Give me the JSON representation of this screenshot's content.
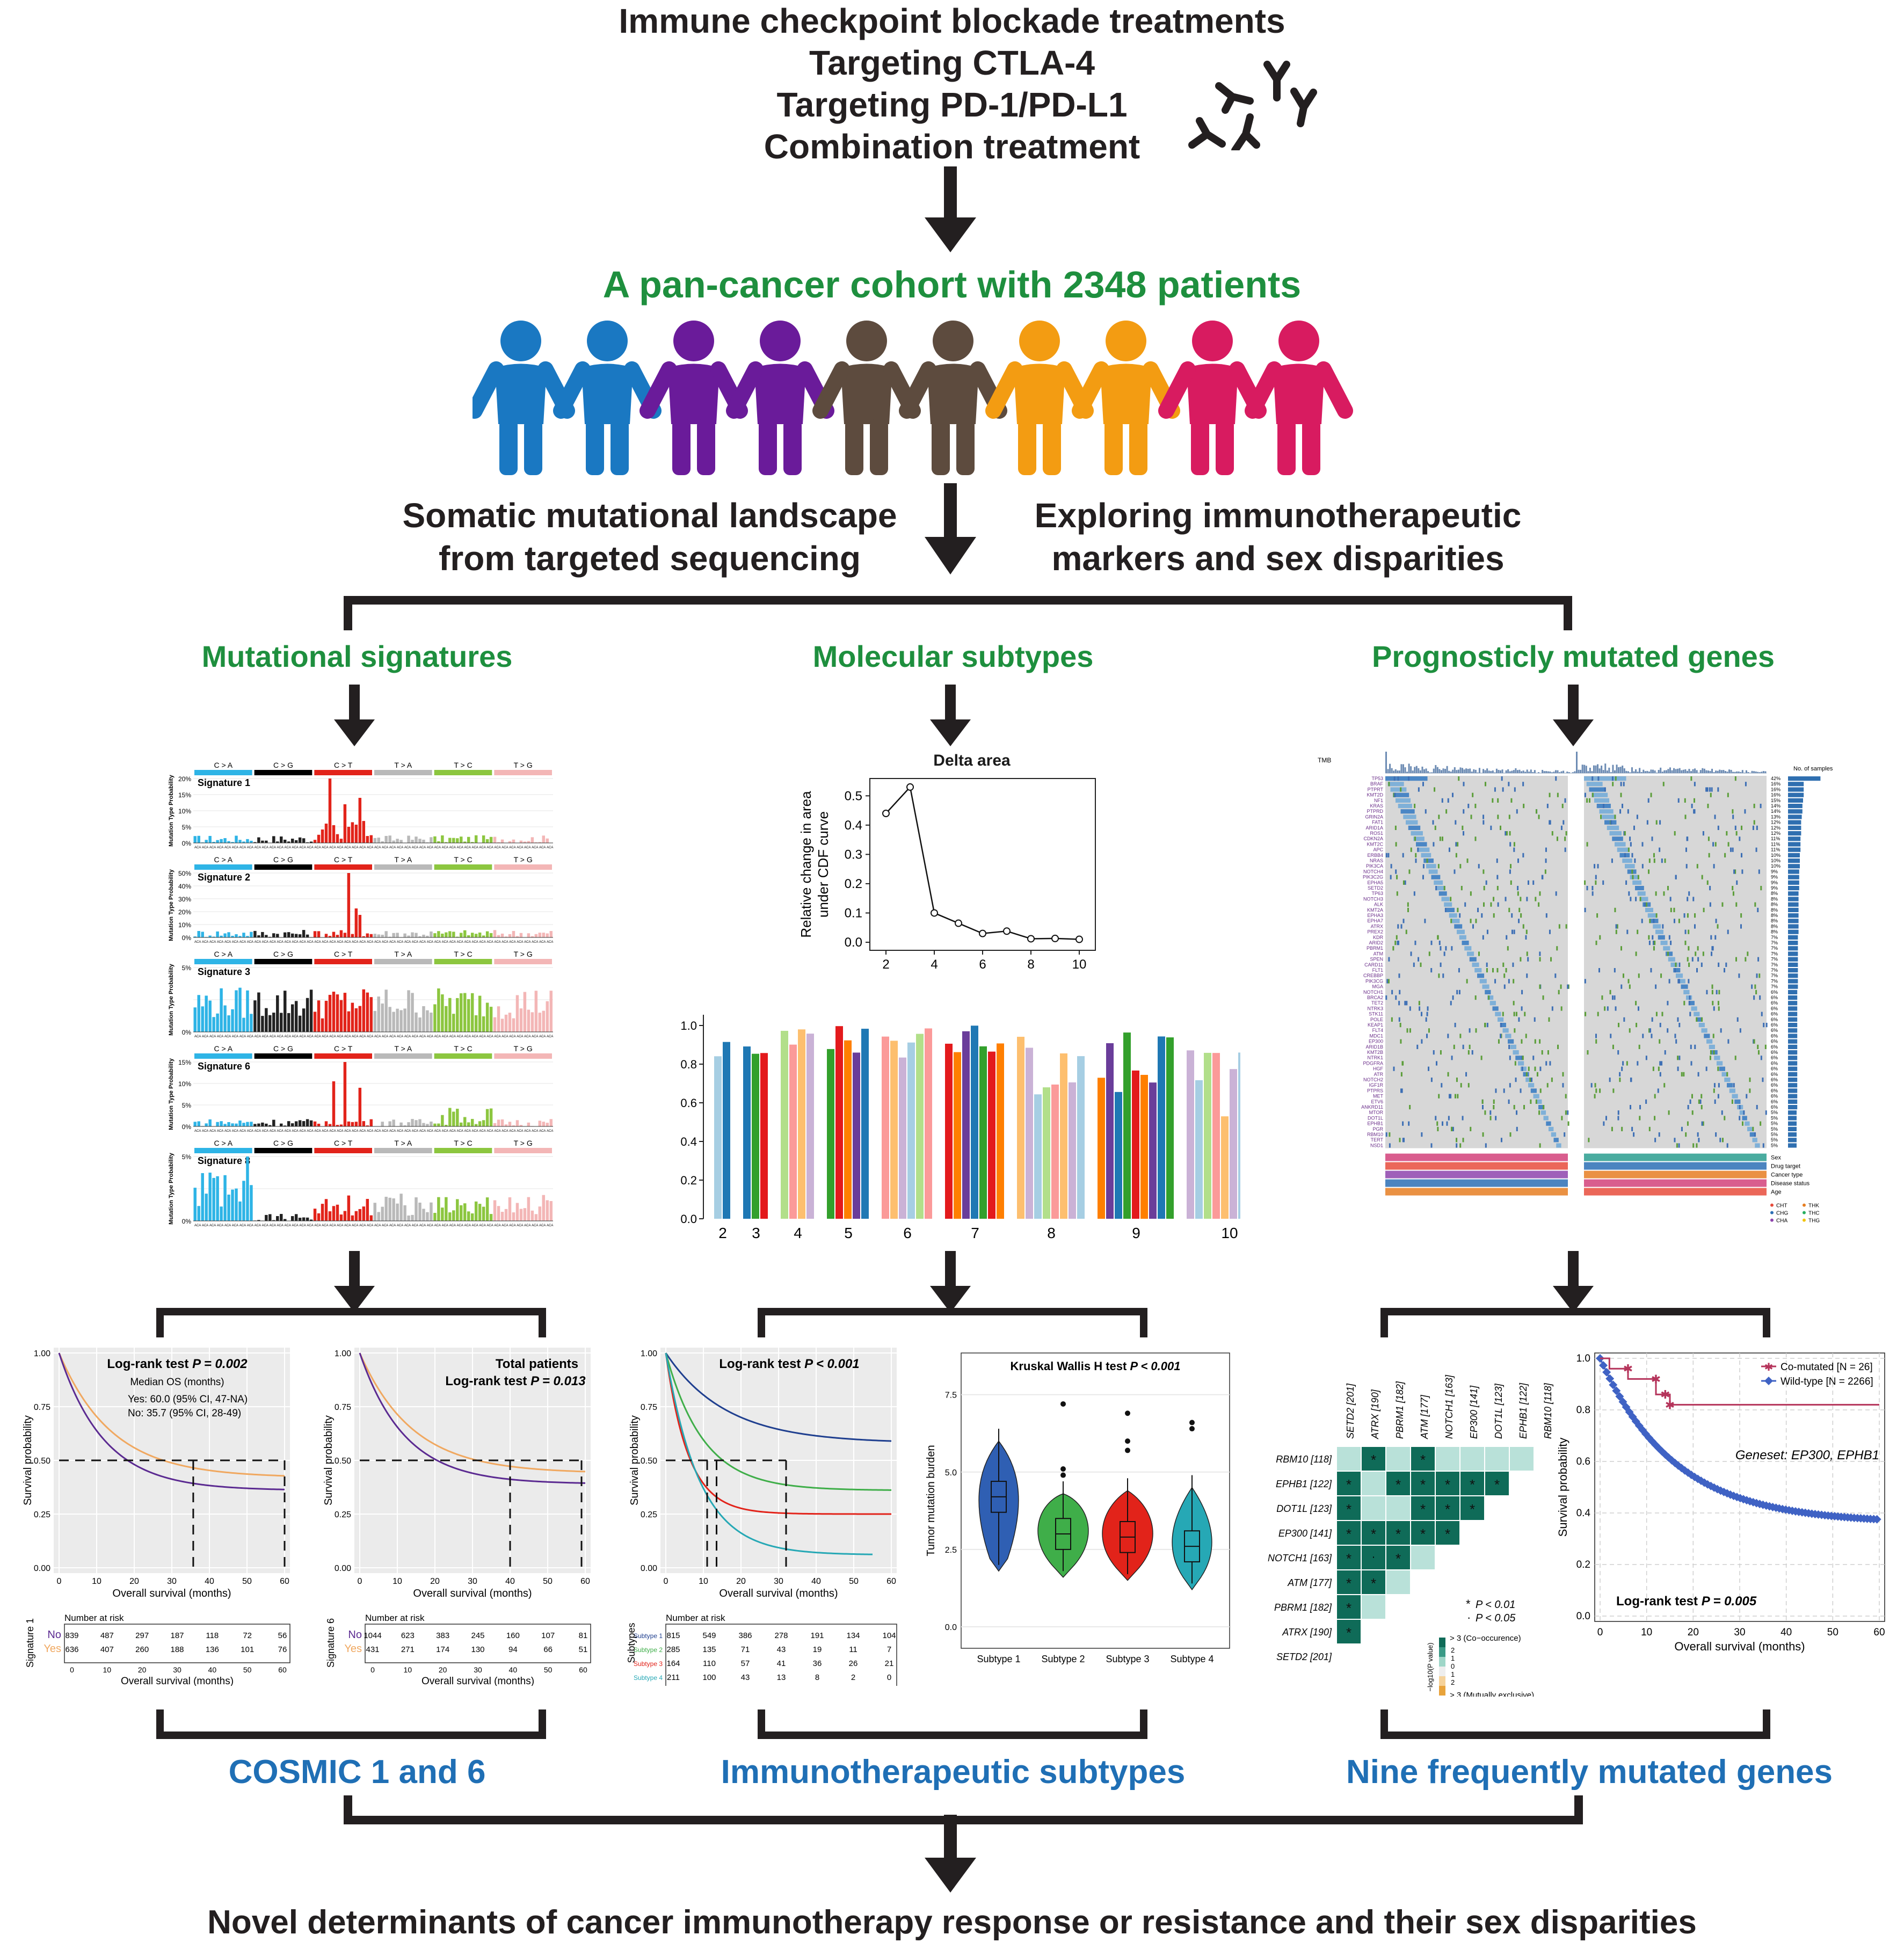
{
  "header": {
    "lines": [
      "Immune checkpoint blockade treatments",
      "Targeting CTLA-4",
      "Targeting PD-1/PD-L1",
      "Combination treatment"
    ]
  },
  "cohort": {
    "title": "A pan-cancer cohort with 2348 patients",
    "person_colors": [
      "#1a78c2",
      "#1a78c2",
      "#6a1b9a",
      "#6a1b9a",
      "#5d4b3e",
      "#5d4b3e",
      "#f39c12",
      "#f39c12",
      "#d81b60",
      "#d81b60"
    ]
  },
  "analysis": {
    "left": [
      "Somatic mutational landscape",
      "from targeted sequencing"
    ],
    "right": [
      "Exploring immunotherapeutic",
      "markers and sex disparities"
    ]
  },
  "columns": {
    "signatures": "Mutational signatures",
    "subtypes": "Molecular subtypes",
    "genes": "Prognosticly mutated genes"
  },
  "signature_panels": {
    "categories": [
      "C > A",
      "C > G",
      "C > T",
      "T > A",
      "T > C",
      "T > G"
    ],
    "category_colors": [
      "#2eb4e6",
      "#000000",
      "#e2231a",
      "#b9b9b9",
      "#8cc63f",
      "#f3b6b6"
    ],
    "ylabel": "Mutation Type Probability",
    "panels": [
      {
        "name": "Signature 1",
        "ticks": [
          "20%",
          "15%",
          "10%",
          "5%",
          "0%"
        ]
      },
      {
        "name": "Signature 2",
        "ticks": [
          "50%",
          "40%",
          "30%",
          "20%",
          "10%",
          "0%"
        ]
      },
      {
        "name": "Signature 3",
        "ticks": [
          "5%",
          "",
          "0%"
        ]
      },
      {
        "name": "Signature 6",
        "ticks": [
          "15%",
          "10%",
          "5%",
          "0%"
        ]
      },
      {
        "name": "Signature 8",
        "ticks": [
          "5%",
          "",
          "0%"
        ]
      }
    ]
  },
  "outcomes": {
    "left": "COSMIC 1 and 6",
    "middle": "Immunotherapeutic subtypes",
    "right": "Nine frequently mutated genes"
  },
  "conclusion": "Novel determinants of cancer immunotherapy response or resistance and their sex disparities",
  "oncoprint": {
    "tmb_label": "TMB",
    "legend_label": "No. of samples",
    "genes": [
      "TP53",
      "BRAF",
      "PTPRT",
      "KMT2D",
      "NF1",
      "KRAS",
      "PTPRD",
      "GRIN2A",
      "FAT1",
      "ARID1A",
      "ROS1",
      "CDKN2A",
      "KMT2C",
      "APC",
      "ERBB4",
      "NRAS",
      "PIK3CA",
      "NOTCH4",
      "PIK3C2G",
      "EPHA5",
      "SETD2",
      "TP63",
      "NOTCH3",
      "ALK",
      "KMT2A",
      "EPHA3",
      "EPHA7",
      "ATRX",
      "PREX2",
      "KDR",
      "ARID2",
      "PBRM1",
      "ATM",
      "SPEN",
      "CARD11",
      "FLT1",
      "CREBBP",
      "PIK3CG",
      "MGA",
      "NOTCH1",
      "BRCA2",
      "TET2",
      "NTRK3",
      "STK11",
      "POLE",
      "KEAP1",
      "FLT4",
      "MDC1",
      "EP300",
      "ARID1B",
      "KMT2B",
      "NTRK1",
      "PDGFRA",
      "HGF",
      "ATR",
      "NOTCH2",
      "IGF1R",
      "PTPRS",
      "MET",
      "ETV6",
      "ANKRD11",
      "MTOR",
      "DOT1L",
      "EPHB1",
      "PGR",
      "RBM10",
      "TERT",
      "NSD1"
    ],
    "pcts": [
      "42%",
      "16%",
      "16%",
      "16%",
      "15%",
      "14%",
      "14%",
      "13%",
      "12%",
      "12%",
      "12%",
      "11%",
      "11%",
      "11%",
      "10%",
      "10%",
      "10%",
      "9%",
      "9%",
      "9%",
      "9%",
      "8%",
      "8%",
      "8%",
      "8%",
      "8%",
      "8%",
      "8%",
      "8%",
      "7%",
      "7%",
      "7%",
      "7%",
      "7%",
      "7%",
      "7%",
      "7%",
      "7%",
      "7%",
      "6%",
      "6%",
      "6%",
      "6%",
      "6%",
      "6%",
      "6%",
      "6%",
      "6%",
      "6%",
      "6%",
      "6%",
      "6%",
      "6%",
      "6%",
      "6%",
      "6%",
      "6%",
      "6%",
      "6%",
      "6%",
      "6%",
      "5%",
      "5%",
      "5%",
      "5%",
      "5%",
      "5%",
      "5%"
    ],
    "annotation_labels": [
      "Sex",
      "Drug target",
      "Cancer type",
      "Disease status",
      "Age"
    ],
    "legend_items": [
      "CHT",
      "CHG",
      "CHA",
      "THK",
      "THC",
      "THG"
    ]
  },
  "delta_area": {
    "title": "Delta area",
    "ylabel": [
      "Relative change in area",
      "under CDF curve"
    ],
    "xticks": [
      "2",
      "4",
      "6",
      "8",
      "10"
    ],
    "yticks": [
      "0.0",
      "0.1",
      "0.2",
      "0.3",
      "0.4",
      "0.5"
    ]
  },
  "consensus_bars": {
    "yticks": [
      "0.0",
      "0.2",
      "0.4",
      "0.6",
      "0.8",
      "1.0"
    ],
    "groups": [
      "2",
      "3",
      "4",
      "5",
      "6",
      "7",
      "8",
      "9",
      "10"
    ]
  },
  "km_sig1": {
    "test": "Log-rank test ",
    "p": "P = 0.002",
    "median": "Median OS (months)",
    "yes": "Yes: 60.0 (95% CI, 47-NA)",
    "no": "No: 35.7 (95% CI, 28-49)",
    "ylabel": "Survival probability",
    "xlabel": "Overall survival (months)",
    "yticks": [
      "1.00",
      "0.75",
      "0.50",
      "0.25",
      "0.00"
    ],
    "xticks": [
      "0",
      "10",
      "20",
      "30",
      "40",
      "50",
      "60"
    ],
    "risk_title": "Number at risk",
    "risk_ylabel": "Signature 1",
    "risk_no": [
      "839",
      "487",
      "297",
      "187",
      "118",
      "72",
      "56"
    ],
    "risk_yes": [
      "636",
      "407",
      "260",
      "188",
      "136",
      "101",
      "76"
    ],
    "no_label": "No",
    "yes_label": "Yes",
    "risk_xlabel": "Overall survival (months)"
  },
  "km_sig6": {
    "title": "Total patients",
    "test": "Log-rank test ",
    "p": "P = 0.013",
    "ylabel": "Survival probability",
    "xlabel": "Overall survival (months)",
    "yticks": [
      "1.00",
      "0.75",
      "0.50",
      "0.25",
      "0.00"
    ],
    "xticks": [
      "0",
      "10",
      "20",
      "30",
      "40",
      "50",
      "60"
    ],
    "risk_title": "Number at risk",
    "risk_ylabel": "Signature 6",
    "risk_no": [
      "1044",
      "623",
      "383",
      "245",
      "160",
      "107",
      "81"
    ],
    "risk_yes": [
      "431",
      "271",
      "174",
      "130",
      "94",
      "66",
      "51"
    ],
    "no_label": "No",
    "yes_label": "Yes",
    "risk_xlabel": "Overall survival (months)"
  },
  "km_subtypes": {
    "test": "Log-rank test ",
    "p": "P < 0.001",
    "ylabel": "Survival probability",
    "xlabel": "Overall survival (months)",
    "yticks": [
      "1.00",
      "0.75",
      "0.50",
      "0.25",
      "0.00"
    ],
    "xticks": [
      "0",
      "10",
      "20",
      "30",
      "40",
      "50",
      "60"
    ],
    "risk_title": "Number at risk",
    "risk_ylabel": "Subtypes",
    "risk_rows": [
      {
        "label": "Subtype 1",
        "color": "#1f3f8f",
        "values": [
          "815",
          "549",
          "386",
          "278",
          "191",
          "134",
          "104"
        ]
      },
      {
        "label": "Subtype 2",
        "color": "#3fae49",
        "values": [
          "285",
          "135",
          "71",
          "43",
          "19",
          "11",
          "7"
        ]
      },
      {
        "label": "Subtype 3",
        "color": "#e2231a",
        "values": [
          "164",
          "110",
          "57",
          "41",
          "36",
          "26",
          "21"
        ]
      },
      {
        "label": "Subtype 4",
        "color": "#26a8b5",
        "values": [
          "211",
          "100",
          "43",
          "13",
          "8",
          "2",
          "0"
        ]
      }
    ],
    "risk_xlabel": "Overall survival (months)"
  },
  "violin": {
    "test": "Kruskal Wallis H test ",
    "p": "P < 0.001",
    "ylabel": "Tumor mutation burden",
    "yticks": [
      "7.5",
      "5.0",
      "2.5",
      "0.0"
    ],
    "groups": [
      "Subtype 1",
      "Subtype 2",
      "Subtype 3",
      "Subtype 4"
    ]
  },
  "cooccur": {
    "col_genes": [
      "SETD2 [201]",
      "ATRX [190]",
      "PBRM1 [182]",
      "ATM [177]",
      "NOTCH1 [163]",
      "EP300 [141]",
      "DOT1L [123]",
      "EPHB1 [122]",
      "RBM10 [118]"
    ],
    "row_genes": [
      "RBM10 [118]",
      "EPHB1 [122]",
      "DOT1L [123]",
      "EP300 [141]",
      "NOTCH1 [163]",
      "ATM [177]",
      "PBRM1 [182]",
      "ATRX [190]",
      "SETD2 [201]"
    ],
    "legend_p1": "P < 0.01",
    "legend_p2": "P < 0.05",
    "scale_title": "−log10(P value)",
    "scale_top": "> 3 (Co−occurence)",
    "scale_bottom": "> 3 (Mutually exclusive)",
    "scale_ticks": [
      "2",
      "1",
      "0",
      "1",
      "2"
    ]
  },
  "km_geneset": {
    "legend_co": "Co-mutated [N = 26]",
    "legend_wt": "Wild-type [N = 2266]",
    "geneset": "Geneset: EP300, EPHB1",
    "test": "Log-rank test ",
    "p": "P = 0.005",
    "ylabel": "Survival probability",
    "xlabel": "Overall survival (months)",
    "yticks": [
      "1.0",
      "0.8",
      "0.6",
      "0.4",
      "0.2",
      "0.0"
    ],
    "xticks": [
      "0",
      "10",
      "20",
      "30",
      "40",
      "50",
      "60"
    ]
  }
}
